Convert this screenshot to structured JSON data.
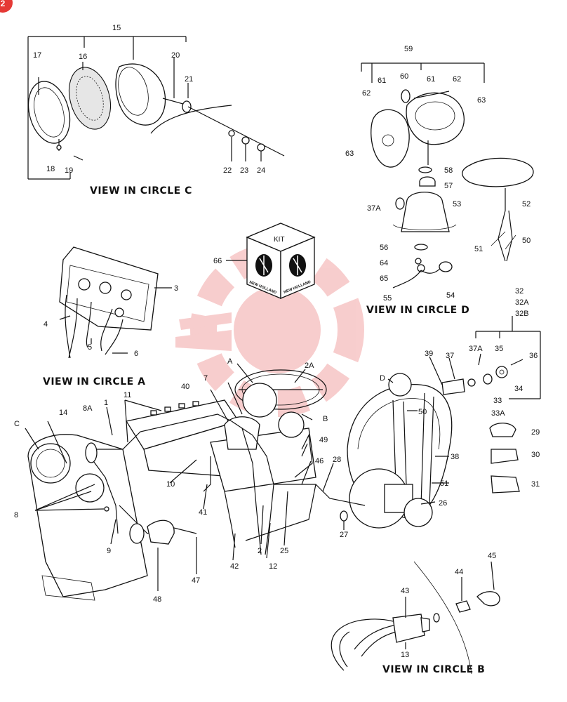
{
  "badge": {
    "text": "2",
    "color": "#e53935"
  },
  "watermark": {
    "color": "#f2a5a5"
  },
  "views": {
    "c": "VIEW IN CIRCLE C",
    "d": "VIEW IN CIRCLE D",
    "a": "VIEW IN CIRCLE A",
    "b": "VIEW IN CIRCLE B"
  },
  "kit": {
    "label": "KIT",
    "brand": "NEW HOLLAND"
  },
  "callouts": {
    "c15": "15",
    "c17": "17",
    "c16": "16",
    "c20": "20",
    "c21": "21",
    "c18": "18",
    "c19": "19",
    "c22": "22",
    "c23": "23",
    "c24": "24",
    "c59": "59",
    "c60": "60",
    "c61a": "61",
    "c61b": "61",
    "c62a": "62",
    "c62b": "62",
    "c63a": "63",
    "c63b": "63",
    "c58": "58",
    "c57": "57",
    "c53": "53",
    "c37a": "37A",
    "c52": "52",
    "c56": "56",
    "c64": "64",
    "c65": "65",
    "c55": "55",
    "c54": "54",
    "c51a": "51",
    "c50a": "50",
    "c66": "66",
    "c3": "3",
    "c4": "4",
    "c5": "5",
    "c6": "6",
    "c32": "32",
    "c32a": "32A",
    "c32b": "32B",
    "c39": "39",
    "c37": "37",
    "c37b": "37A",
    "c35": "35",
    "c36": "36",
    "c34": "34",
    "c33": "33",
    "c33a": "33A",
    "c29": "29",
    "c30": "30",
    "c31": "31",
    "cA": "A",
    "c2A": "2A",
    "cD": "D",
    "c7": "7",
    "c40": "40",
    "cB": "B",
    "c11": "11",
    "c1": "1",
    "c8A": "8A",
    "c14": "14",
    "cC": "C",
    "c50b": "50",
    "c38": "38",
    "c51b": "51",
    "c26": "26",
    "c49": "49",
    "c46": "46",
    "c28": "28",
    "c10": "10",
    "c41": "41",
    "c8": "8",
    "c9": "9",
    "c2": "2",
    "c25": "25",
    "c12": "12",
    "c27": "27",
    "c42": "42",
    "c47": "47",
    "c48": "48",
    "c45": "45",
    "c44": "44",
    "c43": "43",
    "c13": "13"
  }
}
